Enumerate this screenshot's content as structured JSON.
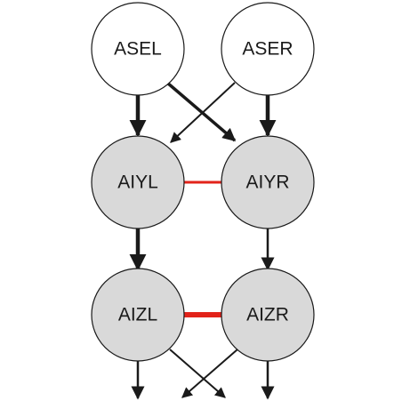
{
  "colors": {
    "background": "#ffffff",
    "sensory_fill": "#ffffff",
    "interneuron_fill": "#d9d9d9",
    "node_stroke": "#1a1a1a",
    "edge": "#1a1a1a",
    "gap_junction": "#e2231a"
  },
  "nodes": {
    "asel": {
      "label": "ASEL"
    },
    "aser": {
      "label": "ASER"
    },
    "aiyl": {
      "label": "AIYL"
    },
    "aiyr": {
      "label": "AIYR"
    },
    "aizl": {
      "label": "AIZL"
    },
    "aizr": {
      "label": "AIZR"
    }
  },
  "connections": {
    "synapses": [
      {
        "from": "ASEL",
        "to": "AIYL",
        "weight": "strong"
      },
      {
        "from": "ASEL",
        "to": "AIYR",
        "weight": "strong"
      },
      {
        "from": "ASER",
        "to": "AIYL",
        "weight": "weak"
      },
      {
        "from": "ASER",
        "to": "AIYR",
        "weight": "strong"
      },
      {
        "from": "AIYL",
        "to": "AIZL",
        "weight": "strong"
      },
      {
        "from": "AIYR",
        "to": "AIZR",
        "weight": "weak"
      },
      {
        "from": "AIZL",
        "to": "output",
        "weight": "weak"
      },
      {
        "from": "AIZL",
        "to": "output",
        "weight": "weak"
      },
      {
        "from": "AIZR",
        "to": "output",
        "weight": "weak"
      },
      {
        "from": "AIZR",
        "to": "output",
        "weight": "weak"
      }
    ],
    "gap_junctions": [
      {
        "between": [
          "AIYL",
          "AIYR"
        ],
        "weight": "weak"
      },
      {
        "between": [
          "AIZL",
          "AIZR"
        ],
        "weight": "strong"
      }
    ]
  }
}
